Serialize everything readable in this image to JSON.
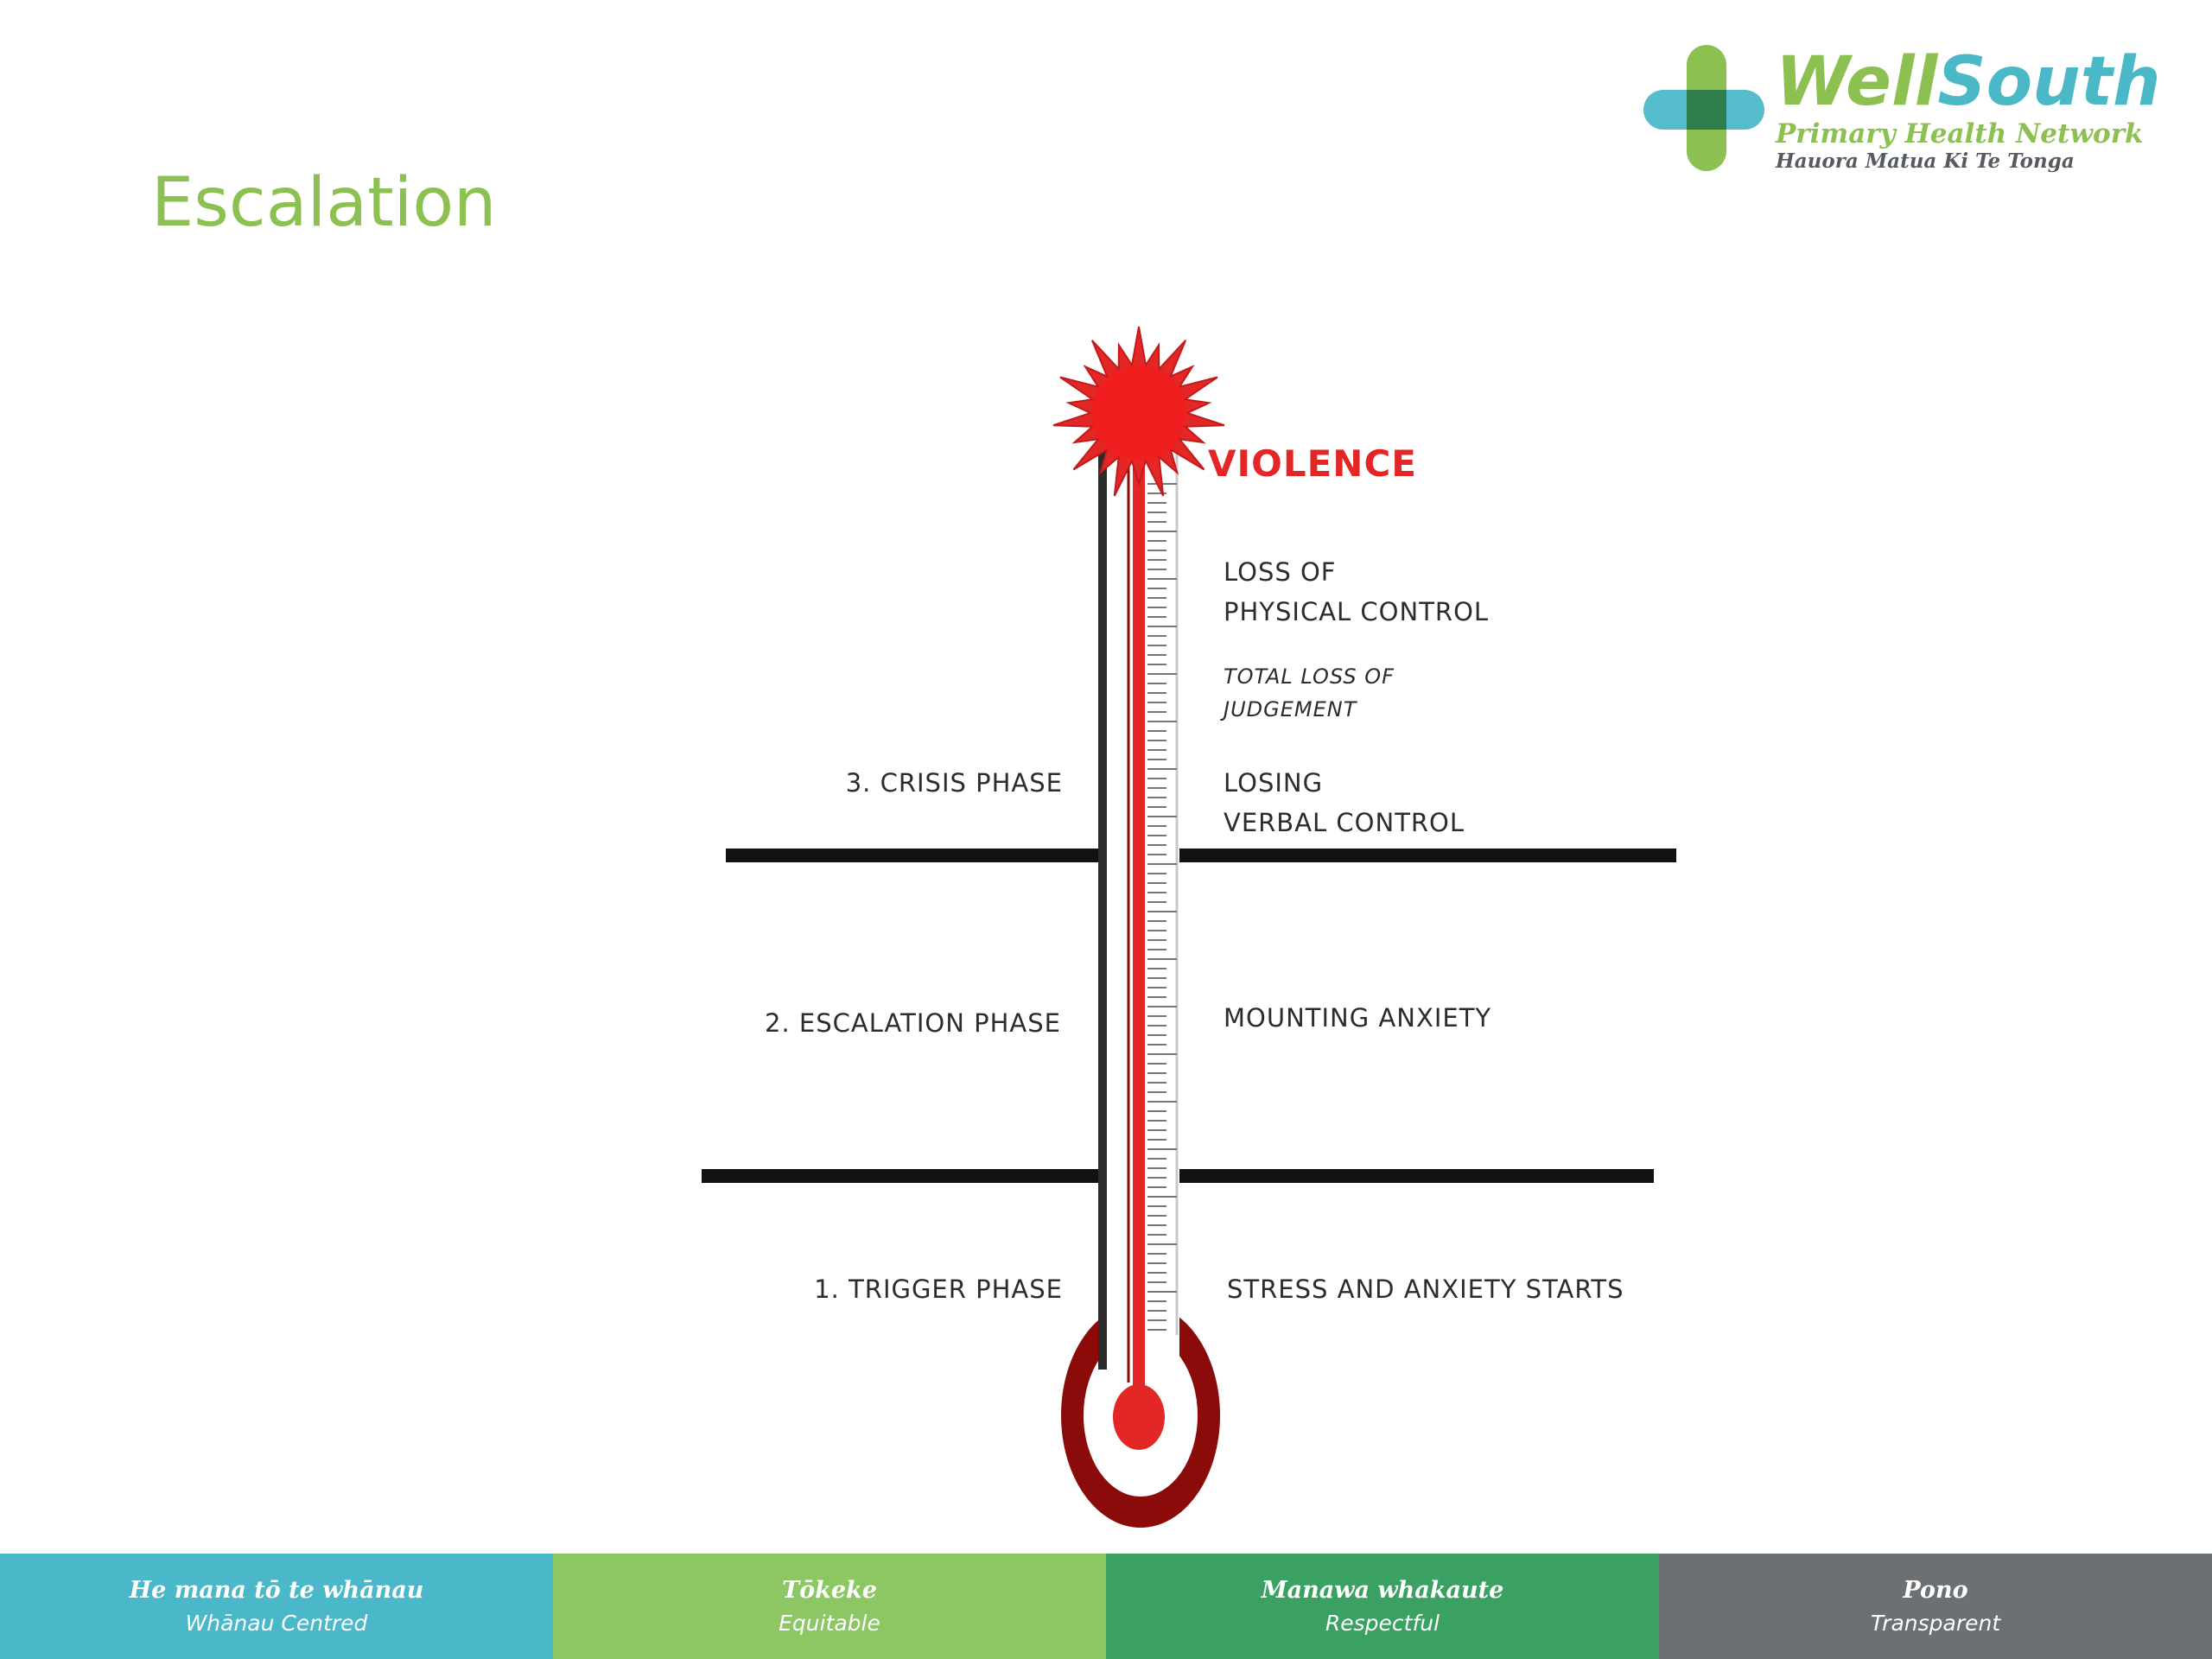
{
  "slide": {
    "title": "Escalation"
  },
  "logo": {
    "name_part1": "Well",
    "name_part2": "South",
    "subtitle": "Primary Health Network",
    "subtitle_maori": "Hauora Matua Ki Te Tonga",
    "colors": {
      "green": "#8cc152",
      "teal": "#4bb8c8",
      "dark_green": "#2e7d4a"
    }
  },
  "diagram": {
    "peak_label": "VIOLENCE",
    "phases": [
      {
        "label": "3.  CRISIS PHASE",
        "descriptions": [
          "LOSS OF",
          "PHYSICAL CONTROL",
          "TOTAL LOSS OF",
          "JUDGEMENT",
          "LOSING",
          "VERBAL CONTROL"
        ]
      },
      {
        "label": "2.  ESCALATION PHASE",
        "descriptions": [
          "MOUNTING ANXIETY"
        ]
      },
      {
        "label": "1.  TRIGGER PHASE",
        "descriptions": [
          "STRESS AND ANXIETY STARTS"
        ]
      }
    ],
    "colors": {
      "mercury": "#e32626",
      "bulb_ring": "#8b0a0a",
      "line": "#111111"
    }
  },
  "footer": {
    "items": [
      {
        "maori": "He mana tō te whānau",
        "english": "Whānau Centred",
        "color": "#4ab8c9"
      },
      {
        "maori": "Tōkeke",
        "english": "Equitable",
        "color": "#8cc763"
      },
      {
        "maori": "Manawa whakaute",
        "english": "Respectful",
        "color": "#3aa163"
      },
      {
        "maori": "Pono",
        "english": "Transparent",
        "color": "#6d7073"
      }
    ]
  }
}
